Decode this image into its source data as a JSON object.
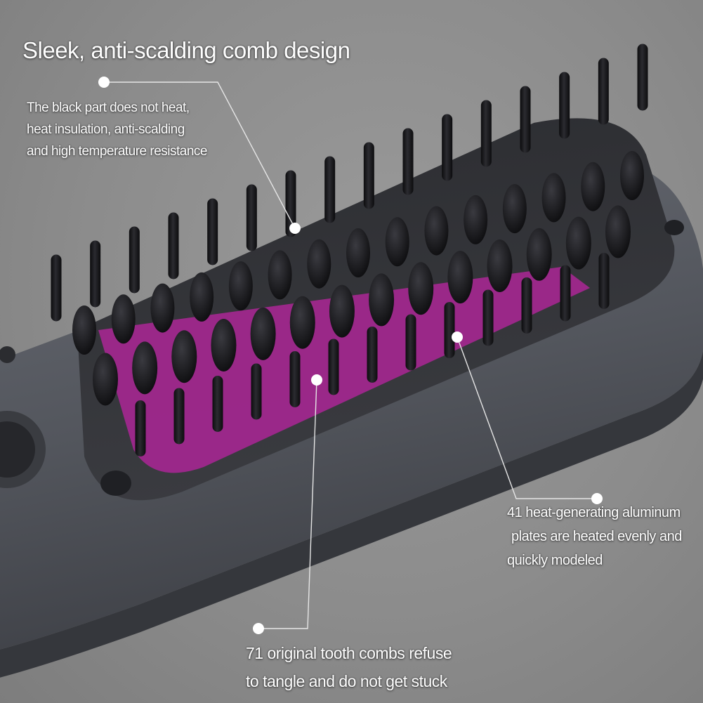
{
  "headline": "Sleek, anti-scalding comb design",
  "callouts": {
    "black_part": {
      "line1": "The black part does not heat,",
      "line2": "heat insulation, anti-scalding",
      "line3": "and high temperature resistance"
    },
    "plates": {
      "line1": "41 heat-generating aluminum",
      "line2": "plates are heated evenly and",
      "line3": "quickly modeled"
    },
    "teeth": {
      "line1": "71 original tooth combs refuse",
      "line2": "to tangle and do not get stuck"
    }
  },
  "colors": {
    "background": "#8e8e8e",
    "comb_body": "#55585f",
    "bristle": "#141416",
    "heating_plate": "#a3278f",
    "text": "#ffffff"
  }
}
